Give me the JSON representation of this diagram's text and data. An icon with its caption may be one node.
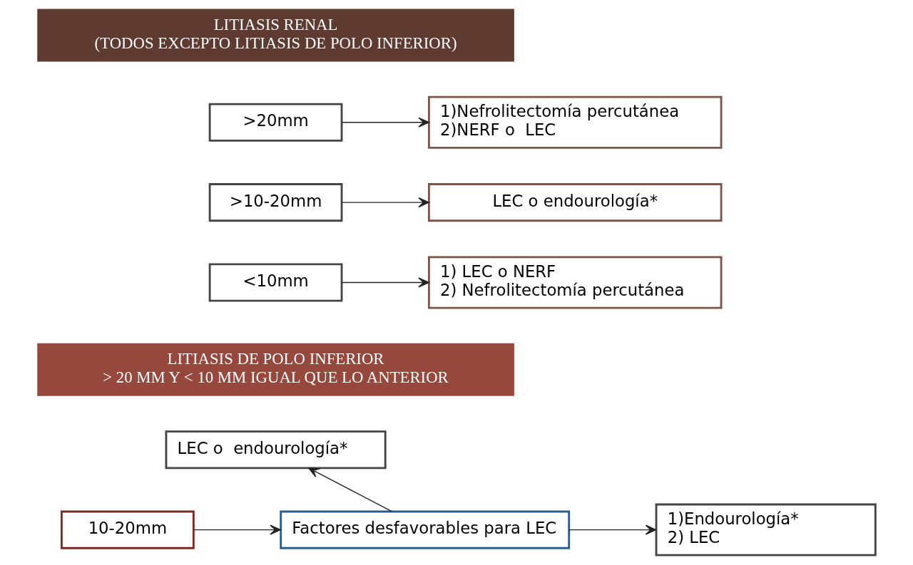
{
  "diagram": {
    "nodes": [
      {
        "text": [
          "LITIASIS RENAL",
          "(TODOS EXCEPTO LITIASIS DE POLO INFERIOR)"
        ]
      },
      {
        "text": [
          ">20mm"
        ]
      },
      {
        "text": [
          "1)Nefrolitectomía percutánea",
          "2)NERF o  LEC"
        ]
      },
      {
        "text": [
          ">10-20mm"
        ]
      },
      {
        "text": [
          "LEC o endourología*"
        ]
      },
      {
        "text": [
          "<10mm"
        ]
      },
      {
        "text": [
          "1) LEC o NERF",
          "2) Nefrolitectomía percutánea"
        ]
      },
      {
        "text": [
          "LITIASIS DE POLO INFERIOR",
          "> 20 MM Y < 10 MM IGUAL QUE LO ANTERIOR"
        ]
      },
      {
        "text": [
          "10-20mm"
        ]
      },
      {
        "text": [
          "Factores desfavorables para LEC"
        ]
      },
      {
        "text": [
          "LEC o  endourología*"
        ]
      },
      {
        "text": [
          "1)Endourología*",
          "2) LEC"
        ]
      }
    ],
    "edges": [
      {
        "from": 1,
        "to": 2,
        "arrow": "to"
      },
      {
        "from": 3,
        "to": 4,
        "arrow": "to"
      },
      {
        "from": 5,
        "to": 6,
        "arrow": "to"
      },
      {
        "from": 8,
        "to": 9,
        "arrow": "to"
      },
      {
        "from": 9,
        "to": 10,
        "arrow": "to"
      },
      {
        "from": 9,
        "to": 11,
        "arrow": "to"
      }
    ]
  }
}
